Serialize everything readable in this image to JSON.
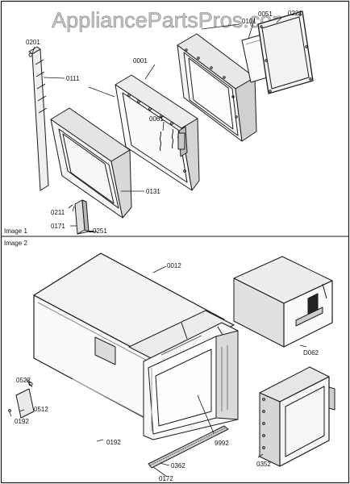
{
  "watermark": "AppliancePartsPros.com",
  "panels": [
    {
      "label": "Image 1"
    },
    {
      "label": "Image 2"
    }
  ],
  "callouts": {
    "image1": [
      "0201",
      "0111",
      "0001",
      "0101",
      "0051",
      "0221",
      "0061",
      "0131",
      "0211",
      "0171",
      "0251"
    ],
    "image2": [
      "0012",
      "D062",
      "0522",
      "0512",
      "0192",
      "0192",
      "0172",
      "0362",
      "9992",
      "0352"
    ]
  },
  "colors": {
    "line": "#1a1a1a",
    "shade": "#cfcfcf",
    "watermark": "#b8b8b8"
  }
}
